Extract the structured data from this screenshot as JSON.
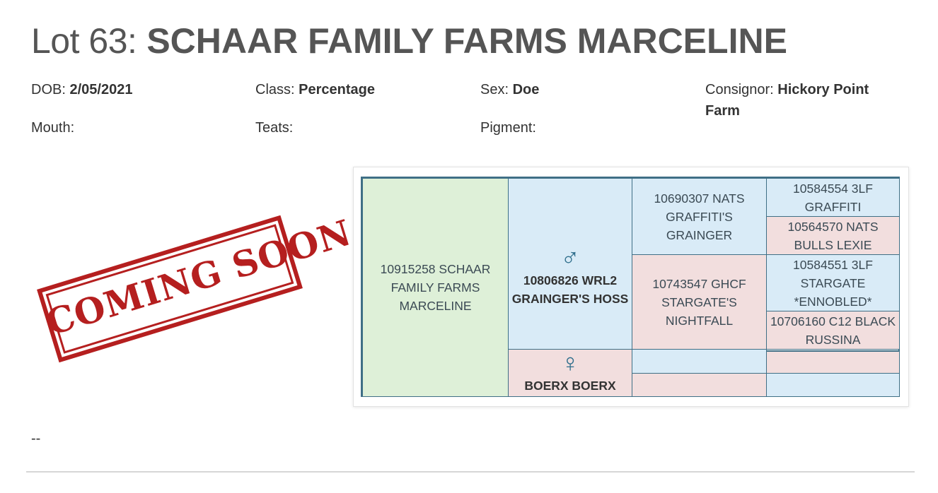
{
  "lot": {
    "prefix": "Lot 63:",
    "name": "SCHAAR FAMILY FARMS MARCELINE"
  },
  "details": {
    "dob_label": "DOB:",
    "dob": "2/05/2021",
    "class_label": "Class:",
    "class": "Percentage",
    "sex_label": "Sex:",
    "sex": "Doe",
    "consignor_label": "Consignor:",
    "consignor_line1": "Hickory Point",
    "consignor_line2": "Farm",
    "mouth_label": "Mouth:",
    "teats_label": "Teats:",
    "pigment_label": "Pigment:"
  },
  "stamp": {
    "text": "COMING SOON",
    "color": "#b51f1f"
  },
  "pedigree": {
    "subject": [
      "10915258 SCHAAR",
      "FAMILY FARMS",
      "MARCELINE"
    ],
    "sire_symbol": "♂",
    "sire": [
      "10806826 WRL2",
      "GRAINGER'S HOSS"
    ],
    "dam_symbol": "♀",
    "dam": [
      "BOERX BOERX"
    ],
    "sire_sire": [
      "10690307 NATS",
      "GRAFFITI'S GRAINGER"
    ],
    "sire_dam": [
      "10743547 GHCF",
      "STARGATE'S",
      "NIGHTFALL"
    ],
    "sss": [
      "10584554 3LF",
      "GRAFFITI"
    ],
    "ssd": [
      "10564570 NATS",
      "BULLS LEXIE"
    ],
    "sds": [
      "10584551 3LF",
      "STARGATE",
      "*ENNOBLED*"
    ],
    "sdd": [
      "10706160 C12 BLACK",
      "RUSSINA"
    ],
    "colors": {
      "subject": "#def0d8",
      "male": "#d9ebf7",
      "female": "#f2dede",
      "border": "#3f6f86"
    }
  },
  "notes": "--"
}
